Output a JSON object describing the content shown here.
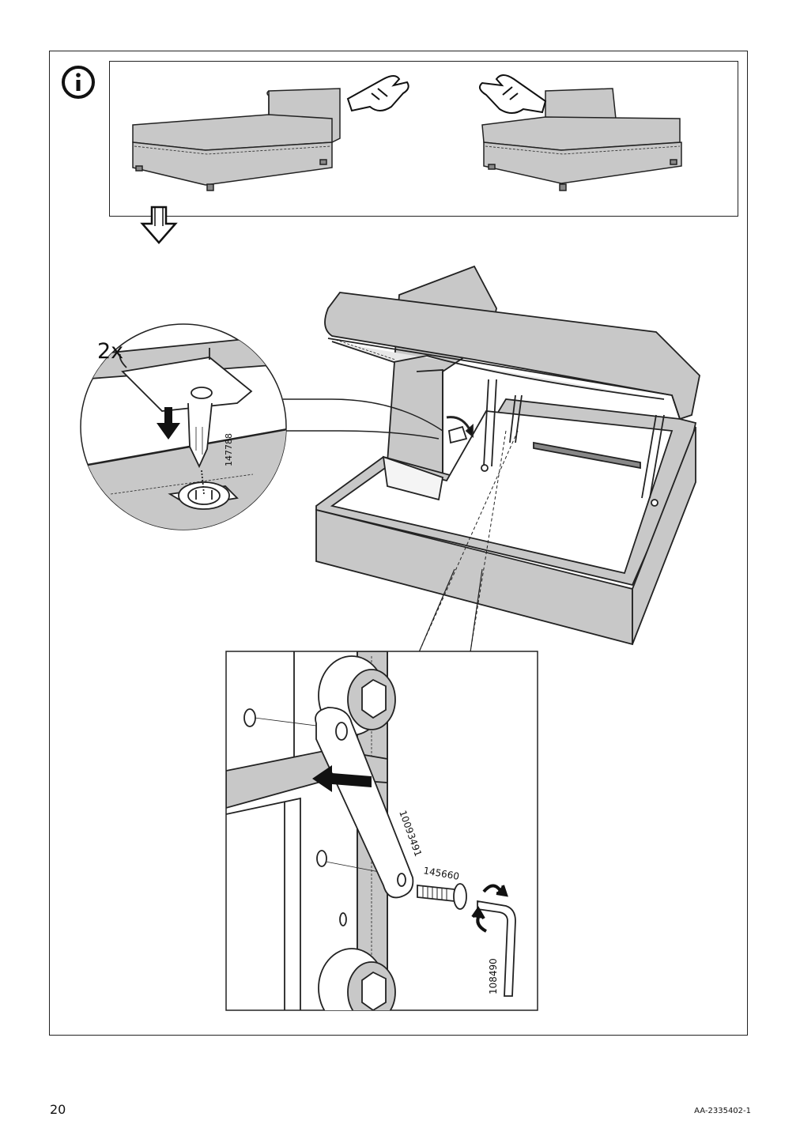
{
  "page": {
    "number": "20",
    "doc_code": "AA-2335402-1"
  },
  "step": {
    "quantity_label": "2x",
    "parts": {
      "bracket": "147788",
      "bracket_plate": "10093491",
      "bolt": "145660",
      "allen_key": "108490"
    }
  },
  "icons": [
    "info-icon",
    "hand-point-right-icon",
    "hand-point-left-icon",
    "hollow-arrow-down-icon",
    "push-arrow-down-icon",
    "rotate-arrow-icon"
  ],
  "colors": {
    "fabric": "#c8c8c8",
    "line": "#222222",
    "panel": "#ffffff"
  }
}
